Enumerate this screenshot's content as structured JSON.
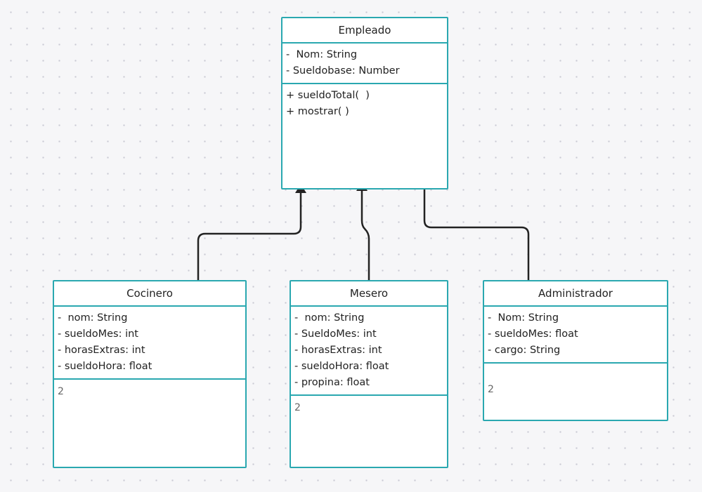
{
  "classes": {
    "empleado": {
      "name": "Empleado",
      "attributes": [
        "-  Nom: String",
        "- Sueldobase: Number"
      ],
      "methods": [
        "+ sueldoTotal(  )",
        "+ mostrar( )"
      ]
    },
    "cocinero": {
      "name": "Cocinero",
      "attributes": [
        "-  nom: String",
        "- sueldoMes: int",
        "- horasExtras: int",
        "- sueldoHora: float"
      ],
      "note": "2"
    },
    "mesero": {
      "name": "Mesero",
      "attributes": [
        "-  nom: String",
        "- SueldoMes: int",
        "- horasExtras: int",
        "- sueldoHora: float",
        "- propina: float"
      ],
      "note": "2"
    },
    "administrador": {
      "name": "Administrador",
      "attributes": [
        "-  Nom: String",
        "- sueldoMes: float",
        "- cargo: String"
      ],
      "note": "2"
    }
  },
  "relationships": [
    {
      "type": "inheritance",
      "from": "Cocinero",
      "to": "Empleado"
    },
    {
      "type": "inheritance",
      "from": "Mesero",
      "to": "Empleado"
    },
    {
      "type": "inheritance",
      "from": "Administrador",
      "to": "Empleado"
    }
  ],
  "colors": {
    "border": "#2aa8b0",
    "connector": "#222222",
    "canvas": "#f6f6f8"
  }
}
